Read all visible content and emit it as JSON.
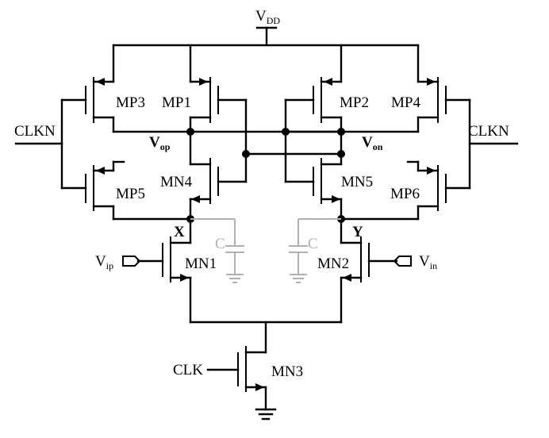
{
  "labels": {
    "vdd_main": "V",
    "vdd_sub": "DD",
    "clkn_left": "CLKN",
    "clkn_right": "CLKN",
    "mp3": "MP3",
    "mp1": "MP1",
    "mp2": "MP2",
    "mp4": "MP4",
    "mp5": "MP5",
    "mn4": "MN4",
    "mn5": "MN5",
    "mp6": "MP6",
    "vop_main": "V",
    "vop_sub": "op",
    "von_main": "V",
    "von_sub": "on",
    "x": "X",
    "y": "Y",
    "mn1": "MN1",
    "mn2": "MN2",
    "vip_main": "V",
    "vip_sub": "ip",
    "vin_main": "V",
    "vin_sub": "in",
    "cap_left": "C",
    "cap_right": "C",
    "clk": "CLK",
    "mn3": "MN3"
  }
}
